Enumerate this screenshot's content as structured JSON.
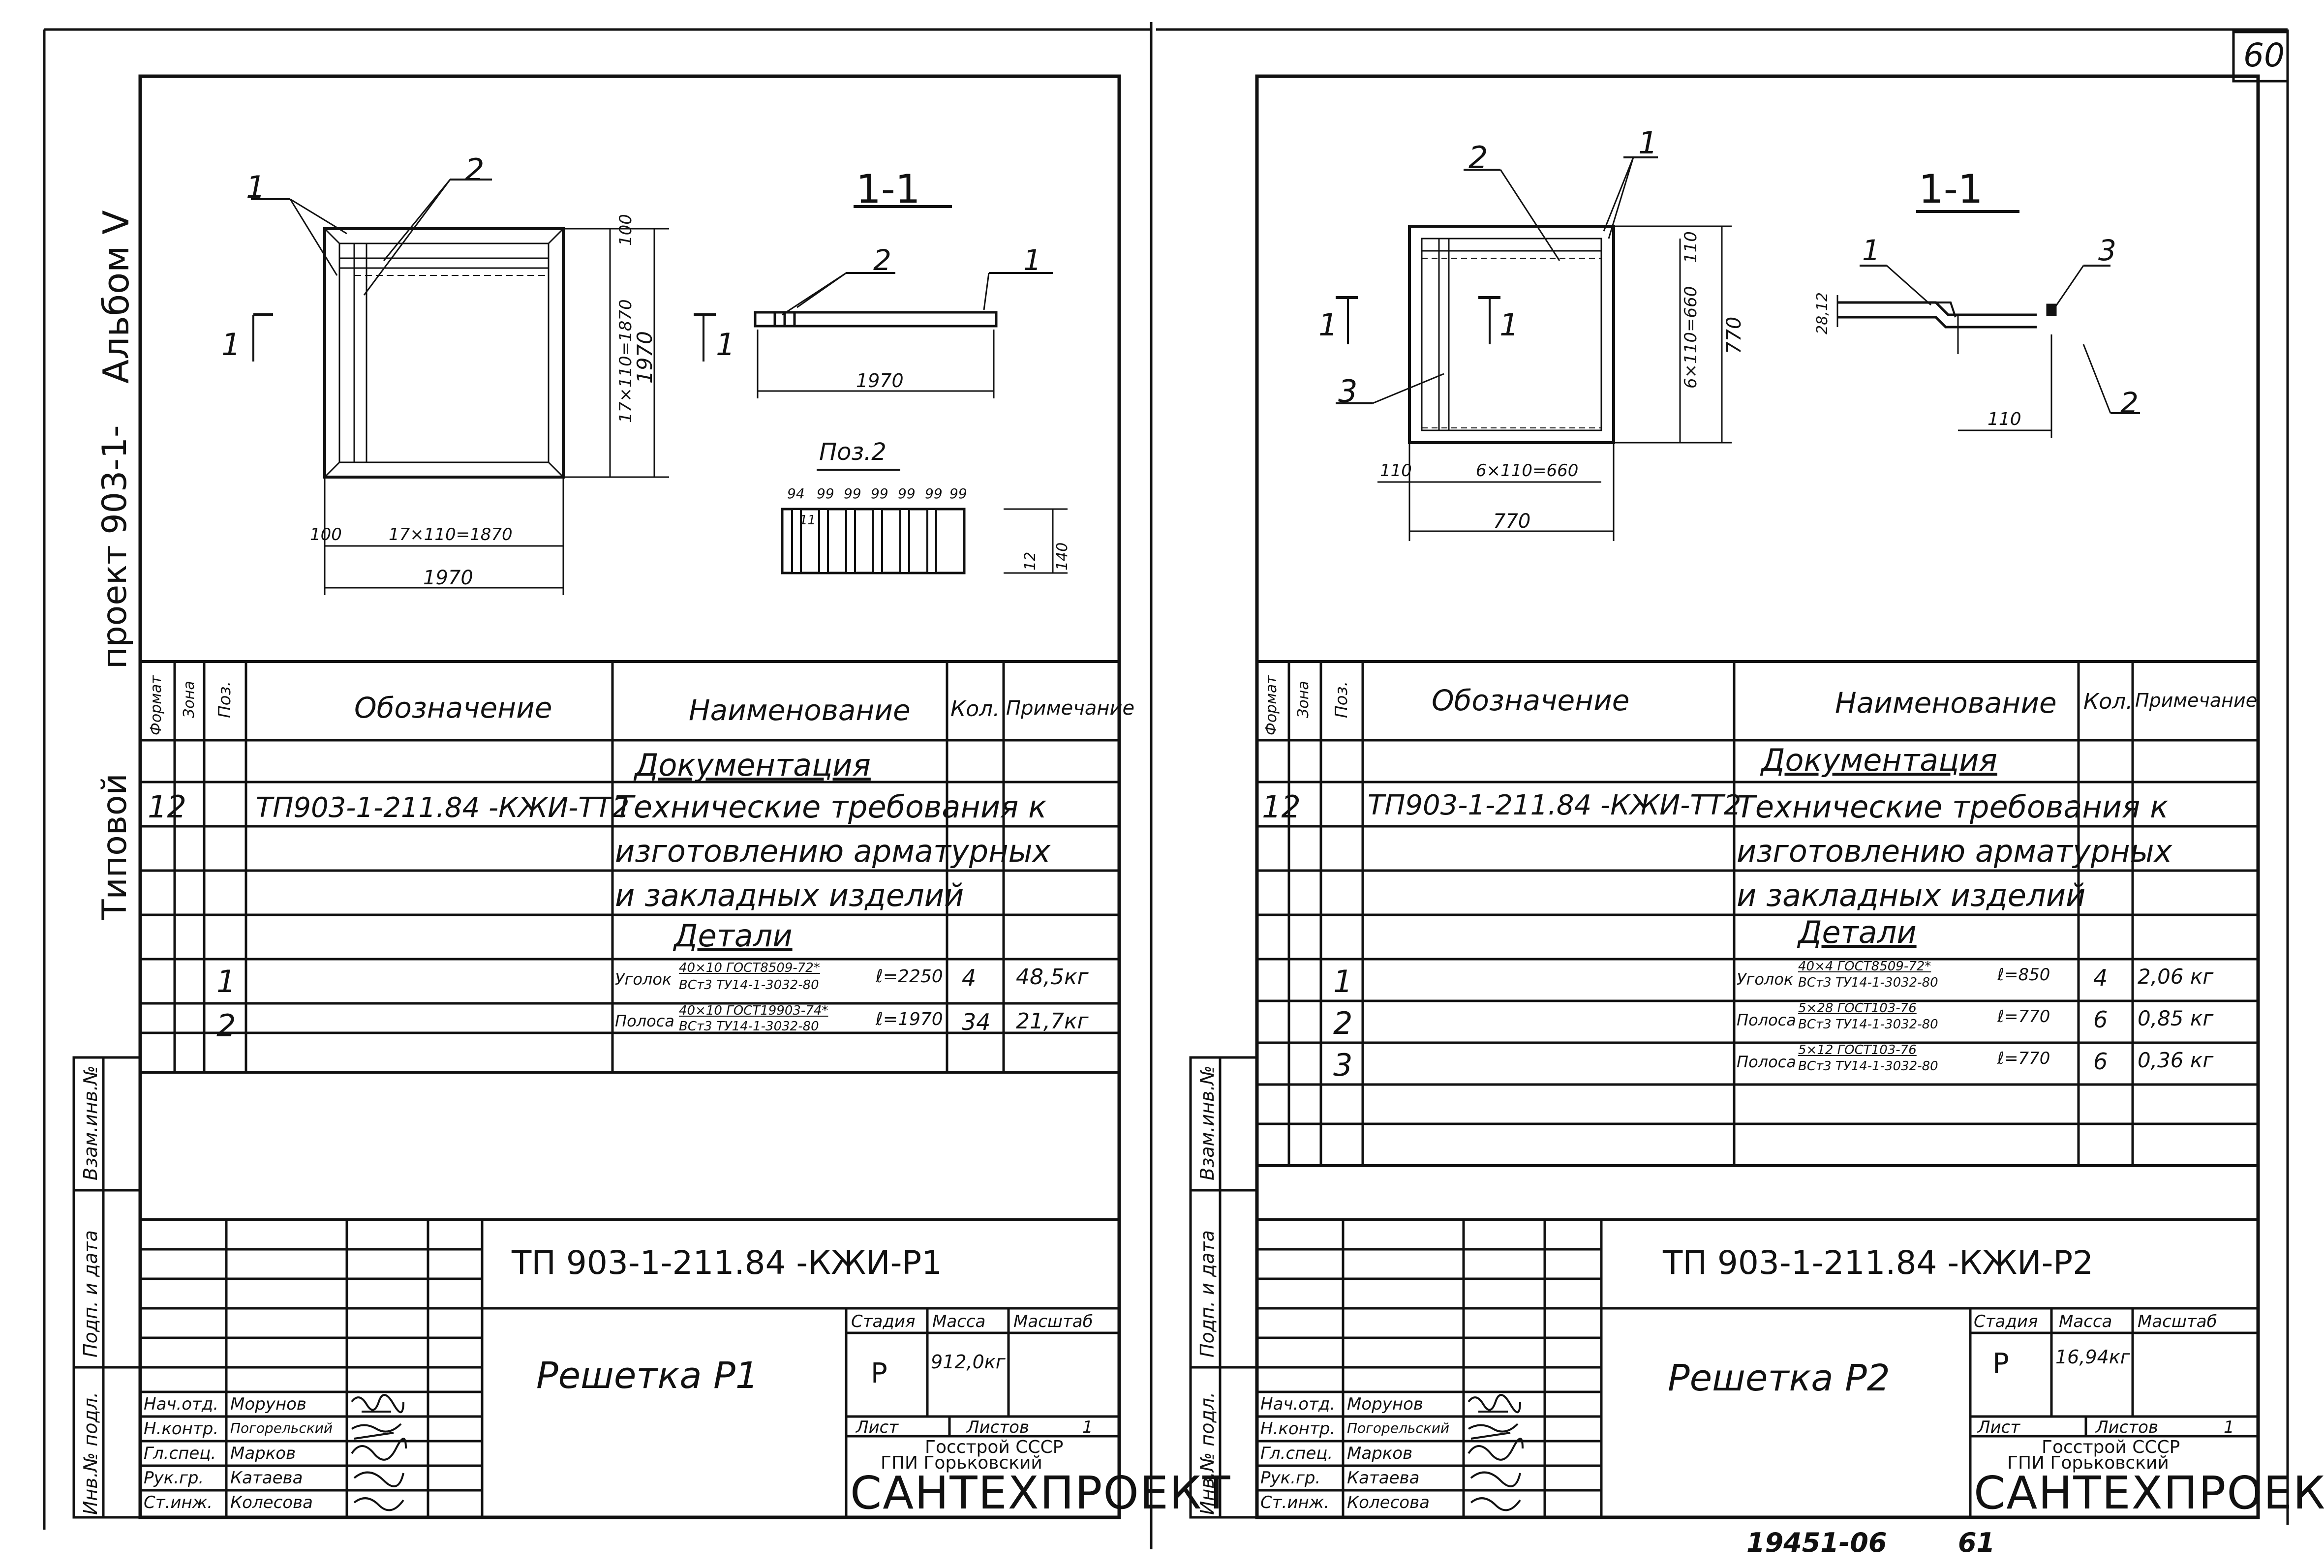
{
  "page_number": "60",
  "stamp_bottom": "19451-06",
  "page_bottom": "61",
  "side_caption": {
    "album": "Альбом V",
    "project": "проект 903-1-",
    "typical": "Типовой"
  },
  "stamp_column": {
    "vzam": "Взам.инв.№",
    "podp": "Подп. и дата",
    "inv": "Инв.№ подл."
  },
  "sheets": [
    {
      "section_label": "1-1",
      "section_mark": "1",
      "drawing_labels": {
        "pos1": "1",
        "pos2": "2",
        "dim_100_top": "100",
        "dim_vert": "17×110=1870",
        "dim_1970_v": "1970",
        "dim_100_bottom": "100",
        "dim_h": "17×110=1870",
        "dim_1970_h": "1970",
        "sec_1970": "1970",
        "poz2_title": "Поз.2",
        "poz2_pitch": [
          "99",
          "99",
          "99",
          "99",
          "99",
          "99"
        ],
        "poz2_left": "94",
        "poz2_sub": "11",
        "poz2_h1": "12",
        "poz2_h2": "140"
      },
      "spec": {
        "headers": [
          "Формат",
          "Зона",
          "Поз.",
          "Обозначение",
          "Наименование",
          "Кол.",
          "Примечание"
        ],
        "rows": [
          {
            "fmt": "",
            "zone": "",
            "pos": "",
            "desig": "",
            "name": "Документация",
            "qty": "",
            "note": ""
          },
          {
            "fmt": "12",
            "zone": "",
            "pos": "",
            "desig": "ТП903-1-211.84   -КЖИ-ТТ2",
            "name": "Технические требования к",
            "qty": "",
            "note": ""
          },
          {
            "fmt": "",
            "zone": "",
            "pos": "",
            "desig": "",
            "name": "изготовлению арматурных",
            "qty": "",
            "note": ""
          },
          {
            "fmt": "",
            "zone": "",
            "pos": "",
            "desig": "",
            "name": "и закладных изделий",
            "qty": "",
            "note": ""
          },
          {
            "fmt": "",
            "zone": "",
            "pos": "",
            "desig": "",
            "name": "Детали",
            "qty": "",
            "note": ""
          },
          {
            "fmt": "",
            "zone": "",
            "pos": "1",
            "desig": "",
            "name": "Уголок",
            "num": "40×10  ГОСТ8509-72*",
            "den": "ВСт3    ТУ14-1-3032-80",
            "len": "ℓ=2250",
            "qty": "4",
            "note": "48,5кг"
          },
          {
            "fmt": "",
            "zone": "",
            "pos": "2",
            "desig": "",
            "name": "Полоса",
            "num": "40×10  ГОСТ19903-74*",
            "den": "ВСт3    ТУ14-1-3032-80",
            "len": "ℓ=1970",
            "qty": "34",
            "note": "21,7кг"
          },
          {
            "fmt": "",
            "zone": "",
            "pos": "",
            "desig": "",
            "name": "",
            "qty": "",
            "note": ""
          }
        ]
      },
      "title_block": {
        "code": "ТП 903-1-211.84     -КЖИ-Р1",
        "title": "Решетка   Р1",
        "stage_h": "Стадия",
        "mass_h": "Масса",
        "scale_h": "Масштаб",
        "stage": "Р",
        "mass": "912,0кг",
        "scale": "",
        "sheet_h": "Лист",
        "sheets_h": "Листов",
        "sheets": "1",
        "org1": "Госстрой СССР",
        "org2": "ГПИ  Горьковский",
        "org3": "САНТЕХПРОЕКТ",
        "roles": [
          "Нач.отд.",
          "Н.контр.",
          "Гл.спец.",
          "Рук.гр.",
          "Ст.инж."
        ],
        "names": [
          "Морунов",
          "Погорельский",
          "Марков",
          "Катаева",
          "Колесова"
        ]
      }
    },
    {
      "section_label": "1-1",
      "section_mark": "1",
      "drawing_labels": {
        "pos1": "1",
        "pos2": "2",
        "pos3": "3",
        "dim_110_top": "110",
        "dim_vert": "6×110=660",
        "dim_770_v": "770",
        "dim_110_left": "110",
        "dim_h": "6×110=660",
        "dim_770_h": "770",
        "sec_left": "28,12",
        "sec_110": "110"
      },
      "spec": {
        "headers": [
          "Формат",
          "Зона",
          "Поз.",
          "Обозначение",
          "Наименование",
          "Кол.",
          "Примечание"
        ],
        "rows": [
          {
            "fmt": "",
            "zone": "",
            "pos": "",
            "desig": "",
            "name": "Документация",
            "qty": "",
            "note": ""
          },
          {
            "fmt": "12",
            "zone": "",
            "pos": "",
            "desig": "ТП903-1-211.84  -КЖИ-ТТ2",
            "name": "Технические требования к",
            "qty": "",
            "note": ""
          },
          {
            "fmt": "",
            "zone": "",
            "pos": "",
            "desig": "",
            "name": "изготовлению арматурных",
            "qty": "",
            "note": ""
          },
          {
            "fmt": "",
            "zone": "",
            "pos": "",
            "desig": "",
            "name": "и закладных изделий",
            "qty": "",
            "note": ""
          },
          {
            "fmt": "",
            "zone": "",
            "pos": "",
            "desig": "",
            "name": "Детали",
            "qty": "",
            "note": ""
          },
          {
            "fmt": "",
            "zone": "",
            "pos": "1",
            "desig": "",
            "name": "Уголок",
            "num": "40×4  ГОСТ8509-72*",
            "den": "ВСт3    ТУ14-1-3032-80",
            "len": "ℓ=850",
            "qty": "4",
            "note": "2,06 кг"
          },
          {
            "fmt": "",
            "zone": "",
            "pos": "2",
            "desig": "",
            "name": "Полоса",
            "num": "5×28    ГОСТ103-76",
            "den": "ВСт3    ТУ14-1-3032-80",
            "len": "ℓ=770",
            "qty": "6",
            "note": "0,85 кг"
          },
          {
            "fmt": "",
            "zone": "",
            "pos": "3",
            "desig": "",
            "name": "Полоса",
            "num": "5×12    ГОСТ103-76",
            "den": "ВСт3    ТУ14-1-3032-80",
            "len": "ℓ=770",
            "qty": "6",
            "note": "0,36 кг"
          },
          {
            "fmt": "",
            "zone": "",
            "pos": "",
            "desig": "",
            "name": "",
            "qty": "",
            "note": ""
          },
          {
            "fmt": "",
            "zone": "",
            "pos": "",
            "desig": "",
            "name": "",
            "qty": "",
            "note": ""
          }
        ]
      },
      "title_block": {
        "code": "ТП 903-1-211.84    -КЖИ-Р2",
        "title": "Решетка   Р2",
        "stage_h": "Стадия",
        "mass_h": "Масса",
        "scale_h": "Масштаб",
        "stage": "Р",
        "mass": "16,94кг",
        "scale": "",
        "sheet_h": "Лист",
        "sheets_h": "Листов",
        "sheets": "1",
        "org1": "Госстрой СССР",
        "org2": "ГПИ  Горьковский",
        "org3": "САНТЕХПРОЕКТ",
        "roles": [
          "Нач.отд.",
          "Н.контр.",
          "Гл.спец.",
          "Рук.гр.",
          "Ст.инж."
        ],
        "names": [
          "Морунов",
          "Погорельский",
          "Марков",
          "Катаева",
          "Колесова"
        ]
      }
    }
  ]
}
